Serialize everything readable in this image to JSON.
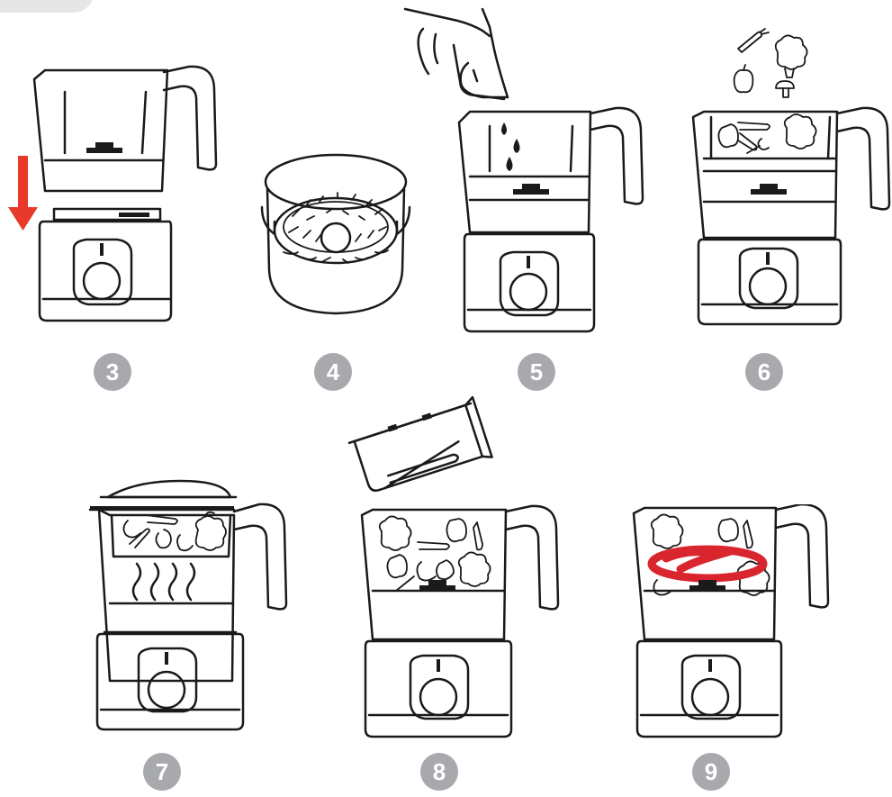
{
  "steps": [
    {
      "number": "3",
      "icon": "jug-on-base-with-arrow"
    },
    {
      "number": "4",
      "icon": "steam-basket"
    },
    {
      "number": "5",
      "icon": "pour-water-into-jug"
    },
    {
      "number": "6",
      "icon": "add-vegetables-to-basket"
    },
    {
      "number": "7",
      "icon": "steaming-with-lid"
    },
    {
      "number": "8",
      "icon": "remove-basket-vegetables-in-jug"
    },
    {
      "number": "9",
      "icon": "blending-vegetables"
    }
  ],
  "colors": {
    "line": "#1a1a1a",
    "badge": "#a7a9ac",
    "badge_text": "#ffffff",
    "arrow": "#e8392b",
    "swirl": "#d9262e",
    "corner_tab": "#e6e6e6"
  }
}
